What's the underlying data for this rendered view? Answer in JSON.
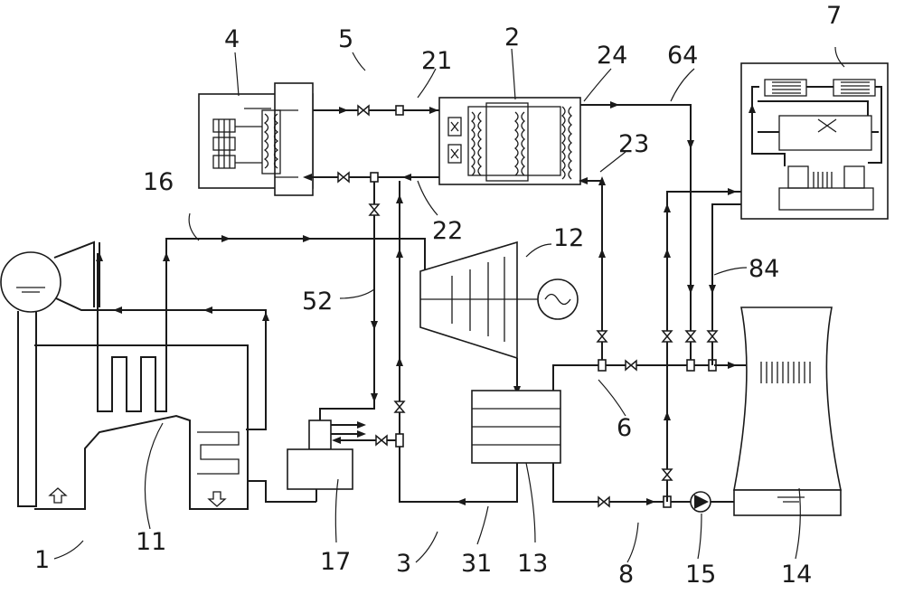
{
  "labels": {
    "l1": "1",
    "l2": "2",
    "l3": "3",
    "l4": "4",
    "l5": "5",
    "l6": "6",
    "l7": "7",
    "l8": "8",
    "l11": "11",
    "l12": "12",
    "l13": "13",
    "l14": "14",
    "l15": "15",
    "l16": "16",
    "l17": "17",
    "l21": "21",
    "l22": "22",
    "l23": "23",
    "l24": "24",
    "l31": "31",
    "l52": "52",
    "l64": "64",
    "l84": "84"
  },
  "colors": {
    "stroke": "#1a1a1a",
    "background": "#ffffff"
  }
}
